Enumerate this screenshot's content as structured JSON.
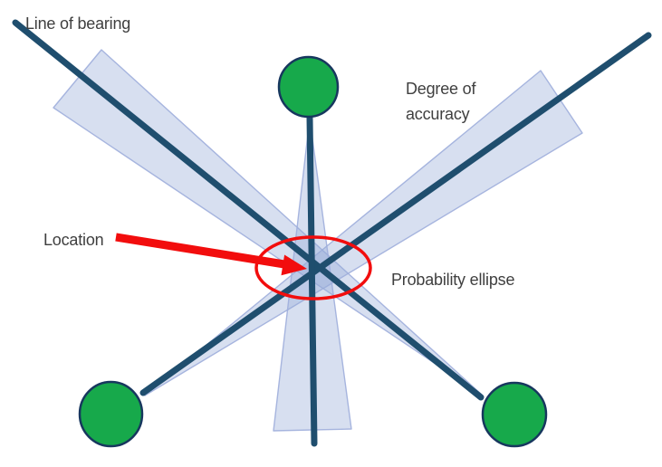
{
  "diagram": {
    "kind": "triangulation-direction-finding-diagram",
    "labels": {
      "line_of_bearing": "Line of bearing",
      "degree_of_accuracy": [
        "Degree of",
        "accuracy"
      ],
      "location": "Location",
      "probability_ellipse": "Probability ellipse"
    },
    "colors": {
      "background": "#FFFFFF",
      "bearing_line": "#1F4E6E",
      "accuracy_wedge_fill": "#96AAD7",
      "accuracy_wedge_stroke": "#9FAEDB",
      "station_fill": "#17A94B",
      "station_stroke": "#17375E",
      "annotation_red": "#F20D0D",
      "label_text": "#3F3F3F"
    }
  }
}
